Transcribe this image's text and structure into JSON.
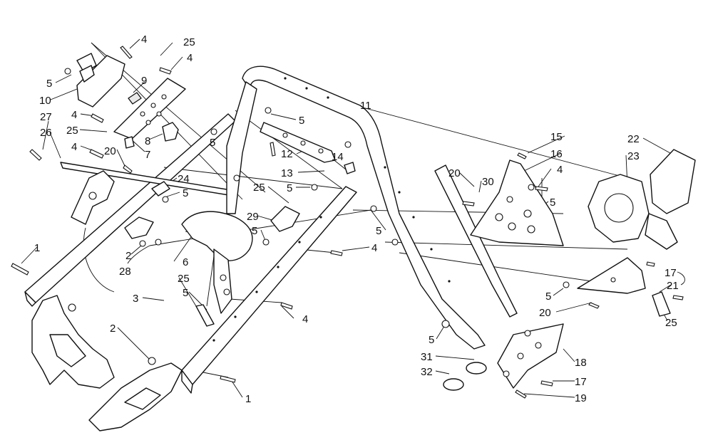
{
  "diagram": {
    "callouts": [
      {
        "id": "c4a",
        "label": "4"
      },
      {
        "id": "c25a",
        "label": "25"
      },
      {
        "id": "c4b",
        "label": "4"
      },
      {
        "id": "c5a",
        "label": "5"
      },
      {
        "id": "c9",
        "label": "9"
      },
      {
        "id": "c10",
        "label": "10"
      },
      {
        "id": "c27",
        "label": "27"
      },
      {
        "id": "c4c",
        "label": "4"
      },
      {
        "id": "c26",
        "label": "26"
      },
      {
        "id": "c25b",
        "label": "25"
      },
      {
        "id": "c8",
        "label": "8"
      },
      {
        "id": "c4d",
        "label": "4"
      },
      {
        "id": "c7",
        "label": "7"
      },
      {
        "id": "c20a",
        "label": "20"
      },
      {
        "id": "c5b",
        "label": "5"
      },
      {
        "id": "c24",
        "label": "24"
      },
      {
        "id": "c5c",
        "label": "5"
      },
      {
        "id": "c1a",
        "label": "1"
      },
      {
        "id": "c2a",
        "label": "2"
      },
      {
        "id": "c28",
        "label": "28"
      },
      {
        "id": "c6",
        "label": "6"
      },
      {
        "id": "c25c",
        "label": "25"
      },
      {
        "id": "c3",
        "label": "3"
      },
      {
        "id": "c5d",
        "label": "5"
      },
      {
        "id": "c2b",
        "label": "2"
      },
      {
        "id": "c4e",
        "label": "4"
      },
      {
        "id": "c1b",
        "label": "1"
      },
      {
        "id": "c11",
        "label": "11"
      },
      {
        "id": "c5e",
        "label": "5"
      },
      {
        "id": "c12",
        "label": "12"
      },
      {
        "id": "c14",
        "label": "14"
      },
      {
        "id": "c13",
        "label": "13"
      },
      {
        "id": "c25d",
        "label": "25"
      },
      {
        "id": "c5f",
        "label": "5"
      },
      {
        "id": "c29",
        "label": "29"
      },
      {
        "id": "c5g",
        "label": "5"
      },
      {
        "id": "c5h",
        "label": "5"
      },
      {
        "id": "c4f",
        "label": "4"
      },
      {
        "id": "c20b",
        "label": "20"
      },
      {
        "id": "c30",
        "label": "30"
      },
      {
        "id": "c15",
        "label": "15"
      },
      {
        "id": "c16",
        "label": "16"
      },
      {
        "id": "c4g",
        "label": "4"
      },
      {
        "id": "c5i",
        "label": "5"
      },
      {
        "id": "c22",
        "label": "22"
      },
      {
        "id": "c23",
        "label": "23"
      },
      {
        "id": "c17a",
        "label": "17"
      },
      {
        "id": "c21",
        "label": "21"
      },
      {
        "id": "c5j",
        "label": "5"
      },
      {
        "id": "c20c",
        "label": "20"
      },
      {
        "id": "c25e",
        "label": "25"
      },
      {
        "id": "c5k",
        "label": "5"
      },
      {
        "id": "c31",
        "label": "31"
      },
      {
        "id": "c18",
        "label": "18"
      },
      {
        "id": "c32",
        "label": "32"
      },
      {
        "id": "c17b",
        "label": "17"
      },
      {
        "id": "c19",
        "label": "19"
      }
    ]
  }
}
